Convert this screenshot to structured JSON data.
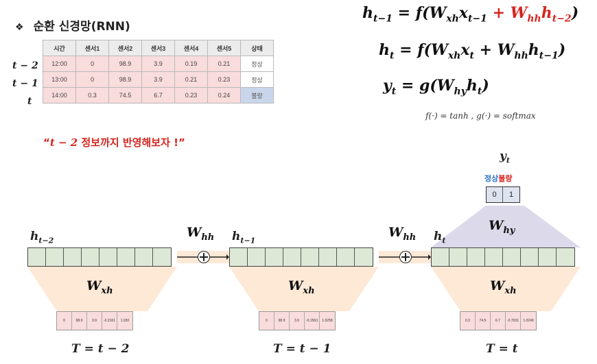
{
  "title": {
    "bullet": "❖",
    "text": "순환 신경망(RNN)"
  },
  "table": {
    "headers": [
      "시간",
      "센서1",
      "센서2",
      "센서3",
      "센서4",
      "센서5",
      "상태"
    ],
    "rows": [
      {
        "label": "t − 2",
        "cells": [
          "12:00",
          "0",
          "98.9",
          "3.9",
          "0.19",
          "0.21",
          "정상"
        ]
      },
      {
        "label": "t − 1",
        "cells": [
          "13:00",
          "0",
          "98.9",
          "3.9",
          "0.21",
          "0.23",
          "정상"
        ]
      },
      {
        "label": "t",
        "cells": [
          "14:00",
          "0.3",
          "74.5",
          "6.7",
          "0.23",
          "0.24",
          "불량"
        ]
      }
    ]
  },
  "quote": {
    "open": "“",
    "math": "t − 2",
    "text": " 정보까지 반영해보자 !”"
  },
  "equations": {
    "eq1": {
      "a": "h",
      "a_sub": "t−1",
      "b": " = f(W",
      "b_sub": "xh",
      "c": "x",
      "c_sub": "t−1",
      "red": " + W",
      "red_sub": "hh",
      "red2": "h",
      "red2_sub": "t−2",
      "end": ")"
    },
    "eq2": {
      "a": "h",
      "a_sub": "t",
      "b": " = f(W",
      "b_sub": "xh",
      "c": "x",
      "c_sub": "t",
      "d": " + W",
      "d_sub": "hh",
      "e": "h",
      "e_sub": "t−1",
      "end": ")"
    },
    "eq3": {
      "a": "y",
      "a_sub": "t",
      "b": " = g(W",
      "b_sub": "hy",
      "c": "h",
      "c_sub": "t",
      "end": ")"
    },
    "activations": "f(·) = tanh ,  g(·) = softmax"
  },
  "diagram": {
    "hidden_labels": [
      {
        "base": "h",
        "sub": "t−2"
      },
      {
        "base": "h",
        "sub": "t−1"
      },
      {
        "base": "h",
        "sub": "t"
      }
    ],
    "whh": {
      "base": "W",
      "sub": "hh"
    },
    "wxh": {
      "base": "W",
      "sub": "xh"
    },
    "why": {
      "base": "W",
      "sub": "hy"
    },
    "output": {
      "label": "y",
      "label_sub": "t",
      "class_normal": "정상",
      "class_bad": "불량",
      "values": [
        "0",
        "1"
      ]
    },
    "inputs": [
      [
        "0",
        "98.9",
        "3.9",
        "-0.2161",
        "1.030"
      ],
      [
        "0",
        "98.9",
        "3.9",
        "-0.1563",
        "1.0258"
      ],
      [
        "0.3",
        "74.5",
        "6.7",
        "-0.7031",
        "1.0249"
      ]
    ],
    "time_labels": [
      "T = t − 2",
      "T = t − 1",
      "T = t"
    ]
  },
  "colors": {
    "accent_red": "#d4261f",
    "hidden_fill": "#dde9d6",
    "input_fill": "#f9dcdc",
    "trapezoid_fill": "#fde9d6",
    "output_fill": "#dde3ef",
    "normal_blue": "#2a74c5",
    "bad_red": "#d4261f"
  }
}
